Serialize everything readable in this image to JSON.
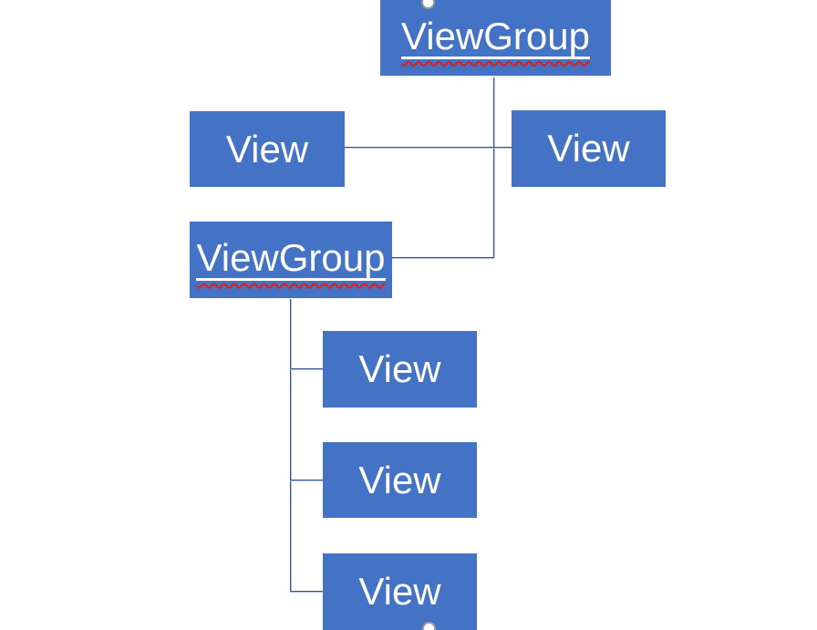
{
  "theme": {
    "background": "#ffffff",
    "node_fill": "#4472c4",
    "node_text": "#ffffff",
    "connector_dark": "#33548e",
    "connector_light": "#aec3e6",
    "spellcheck_wave": "#e21c12",
    "handle_fill": "#ffffff",
    "handle_ring": "#9d9d9d"
  },
  "diagram": {
    "type": "tree",
    "nodes": [
      {
        "id": "root-viewgroup",
        "label": "ViewGroup",
        "misspelled_underline": true
      },
      {
        "id": "child-view-left",
        "label": "View",
        "misspelled_underline": false
      },
      {
        "id": "child-view-right",
        "label": "View",
        "misspelled_underline": false
      },
      {
        "id": "child-viewgroup",
        "label": "ViewGroup",
        "misspelled_underline": true
      },
      {
        "id": "grandchild-view-1",
        "label": "View",
        "misspelled_underline": false
      },
      {
        "id": "grandchild-view-2",
        "label": "View",
        "misspelled_underline": false
      },
      {
        "id": "grandchild-view-3",
        "label": "View",
        "misspelled_underline": false
      }
    ],
    "edges": [
      {
        "from": "root-viewgroup",
        "to": "child-view-left"
      },
      {
        "from": "root-viewgroup",
        "to": "child-view-right"
      },
      {
        "from": "root-viewgroup",
        "to": "child-viewgroup"
      },
      {
        "from": "child-viewgroup",
        "to": "grandchild-view-1"
      },
      {
        "from": "child-viewgroup",
        "to": "grandchild-view-2"
      },
      {
        "from": "child-viewgroup",
        "to": "grandchild-view-3"
      }
    ],
    "handles": [
      "selection-handle-top",
      "selection-handle-bottom"
    ]
  }
}
